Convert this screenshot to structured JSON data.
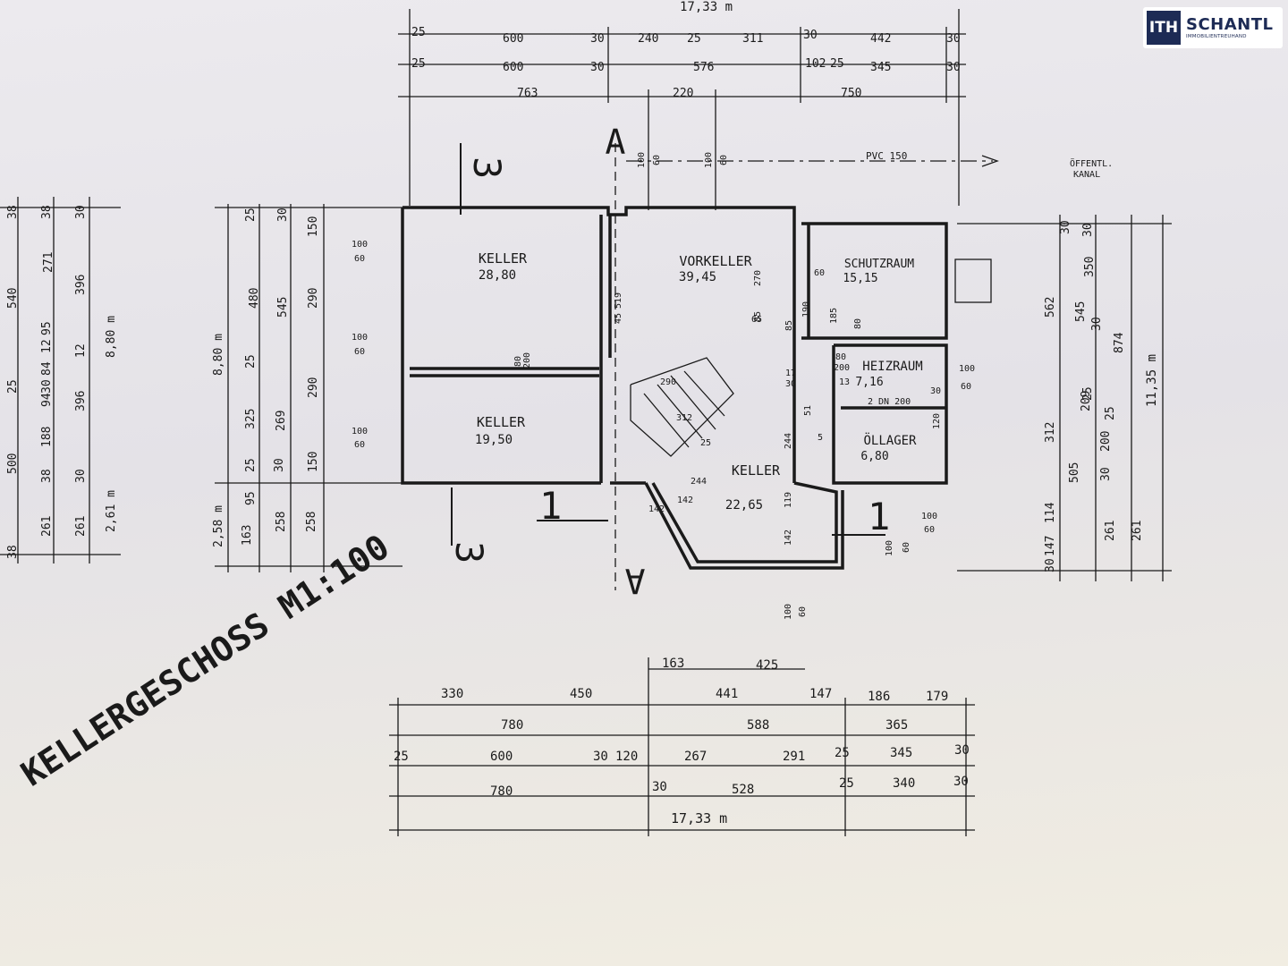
{
  "logo": {
    "mark": "ITH",
    "name": "SCHANTL",
    "subtitle": "IMMOBILIENTREUHAND"
  },
  "plan": {
    "title": "KELLERGESCHOSS  M1:100",
    "section_marks": {
      "a": "A",
      "one": "1",
      "three": "3"
    },
    "pipe_label": "PVC  150",
    "sewer_label": [
      "ÖFFENTL.",
      "KANAL"
    ],
    "rooms": [
      {
        "name": "KELLER",
        "area": "28,80"
      },
      {
        "name": "VORKELLER",
        "area": "39,45"
      },
      {
        "name": "SCHUTZRAUM",
        "area": "15,15"
      },
      {
        "name": "HEIZRAUM",
        "area": "7,16"
      },
      {
        "name": "KELLER",
        "area": "19,50"
      },
      {
        "name": "ÖLLAGER",
        "area": "6,80"
      },
      {
        "name": "KELLER",
        "area": "22,65"
      }
    ],
    "top_dims": {
      "total": "17,33 m",
      "row1": [
        "25",
        "600",
        "30",
        "240",
        "25",
        "311",
        "30",
        "442",
        "30"
      ],
      "row2": [
        "25",
        "600",
        "30",
        "576",
        "102",
        "25",
        "345",
        "30"
      ],
      "row3": [
        "763",
        "220",
        "750"
      ]
    },
    "bottom_dims": {
      "row1": [
        "163",
        "425"
      ],
      "row2": [
        "330",
        "450",
        "441",
        "147",
        "186",
        "179"
      ],
      "row3": [
        "780",
        "588",
        "365"
      ],
      "row4": [
        "25",
        "600",
        "30",
        "120",
        "267",
        "291",
        "25",
        "345",
        "30"
      ],
      "row5": [
        "780",
        "30",
        "528",
        "25",
        "340",
        "30"
      ],
      "total": "17,33 m"
    },
    "left_dims": {
      "total_a": "8,80 m",
      "total_b": "2,58 m",
      "col1": [
        "150",
        "290",
        "290",
        "150"
      ],
      "col2": [
        "480",
        "545",
        "25",
        "325",
        "269",
        "30",
        "258",
        "258"
      ],
      "col3": [
        "25",
        "30",
        "25",
        "163",
        "95"
      ]
    },
    "far_left": [
      "540",
      "271",
      "396",
      "8,80 m",
      "396",
      "500",
      "188",
      "261",
      "261",
      "2,61 m",
      "38",
      "38",
      "38",
      "30",
      "30",
      "95",
      "12",
      "84",
      "30",
      "94",
      "12",
      "25",
      "38"
    ],
    "right_dims": {
      "col1": [
        "562",
        "312",
        "505",
        "114",
        "147"
      ],
      "col2": [
        "545",
        "209",
        "25",
        "200",
        "30",
        "261"
      ],
      "col3": [
        "350",
        "30",
        "874",
        "25",
        "261"
      ],
      "total": "11,35 m",
      "top": [
        "30",
        "30"
      ],
      "bottom": [
        "30"
      ]
    },
    "window_labels": {
      "w100": "100",
      "w60": "60"
    },
    "inner_dims": [
      "519",
      "45",
      "270",
      "244",
      "142",
      "119",
      "142",
      "244",
      "200",
      "80",
      "85",
      "85",
      "80",
      "190",
      "185",
      "17",
      "30",
      "80",
      "200",
      "51",
      "5",
      "120",
      "30",
      "2 DN 200",
      "13",
      "312",
      "25",
      "290",
      "65",
      "60",
      "142"
    ]
  }
}
